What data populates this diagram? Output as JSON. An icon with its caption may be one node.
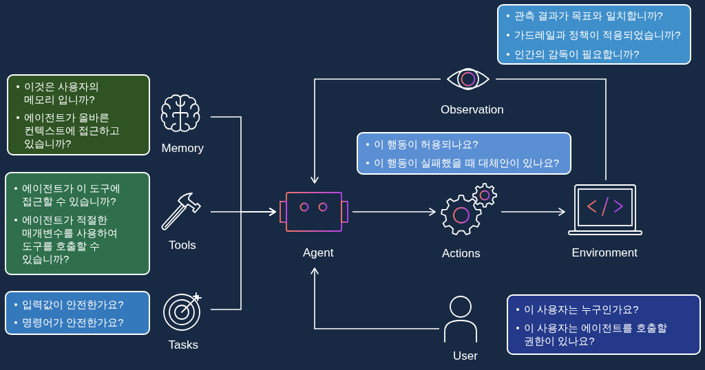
{
  "diagram": {
    "nodes": [
      {
        "text": [
          "이것은 사용자의 메모리 입니까?",
          "에이전트가 올바른 컨텍스트에 접근하고 있습니까?"
        ]
      },
      {
        "text": [
          "Memory"
        ]
      },
      {
        "text": [
          "에이전트가 이 도구에 접근할 수 있습니까?",
          "에이전트가 적절한 매개변수를 사용하여 도구를 호출할 수 있습니까?"
        ]
      },
      {
        "text": [
          "Tools"
        ]
      },
      {
        "text": [
          "입력값이 안전한가요?",
          "명령어가 안전한가요?"
        ]
      },
      {
        "text": [
          "Tasks"
        ]
      },
      {
        "text": [
          "관측 결과가 목표와 일치합니까?",
          "가드레일과 정책이 적용되었습니까?",
          "인간의 감독이 필요합니까?"
        ]
      },
      {
        "text": [
          "Observation"
        ]
      },
      {
        "text": [
          "이 행동이 허용되나요?",
          "이 행동이 실패했을 때 대체안이 있나요?"
        ]
      },
      {
        "text": [
          "Agent"
        ]
      },
      {
        "text": [
          "Actions"
        ]
      },
      {
        "text": [
          "Environment"
        ]
      },
      {
        "text": [
          "User"
        ]
      },
      {
        "text": [
          "이 사용자는 누구인가요?",
          "이 사용자는 에이전트를 호출할 권한이 있나요?"
        ]
      }
    ],
    "edges": [
      {
        "from": 1,
        "to": 9,
        "arrow": "to"
      },
      {
        "from": 3,
        "to": 9,
        "arrow": "to"
      },
      {
        "from": 5,
        "to": 9,
        "arrow": "to"
      },
      {
        "from": 9,
        "to": 10,
        "arrow": "to"
      },
      {
        "from": 10,
        "to": 11,
        "arrow": "to"
      },
      {
        "from": 11,
        "to": 7,
        "arrow": "none"
      },
      {
        "from": 7,
        "to": 9,
        "arrow": "to"
      },
      {
        "from": 12,
        "to": 9,
        "arrow": "to"
      }
    ]
  }
}
